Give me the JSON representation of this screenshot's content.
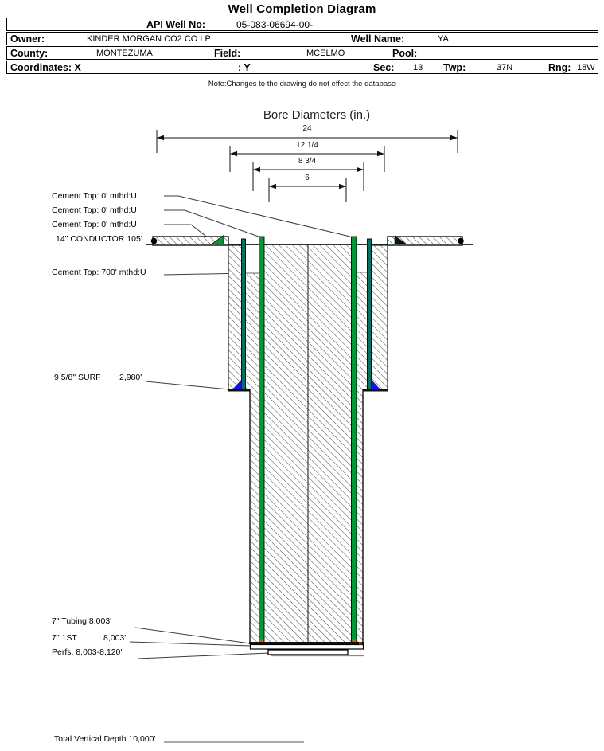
{
  "title": "Well Completion Diagram",
  "header_table": {
    "api_label": "API Well No:",
    "api_value": "05-083-06694-00-",
    "owner_label": "Owner:",
    "owner_value": "KINDER MORGAN CO2 CO LP",
    "well_name_label": "Well Name:",
    "well_name_value": "YA",
    "county_label": "County:",
    "county_value": "MONTEZUMA",
    "field_label": "Field:",
    "field_value": "MCELMO",
    "pool_label": "Pool:",
    "pool_value": "",
    "coordinates_label": "Coordinates: X",
    "coordinates_y_label": "; Y",
    "sec_label": "Sec:",
    "sec_value": "13",
    "twp_label": "Twp:",
    "twp_value": "37N",
    "rng_label": "Rng:",
    "rng_value": "18W"
  },
  "note": "Note:Changes to the drawing do not effect the database",
  "bore_diameters": {
    "title": "Bore Diameters (in.)",
    "dims": [
      {
        "label": "24",
        "value_in": 24
      },
      {
        "label": "12 1/4",
        "value_in": 12.25
      },
      {
        "label": "8 3/4",
        "value_in": 8.75
      },
      {
        "label": "6",
        "value_in": 6
      }
    ]
  },
  "annotations": {
    "cement_top_0": "Cement Top: 0' mthd:U",
    "conductor": "14\" CONDUCTOR  105'",
    "cement_top_700": "Cement Top: 700' mthd:U",
    "surface_casing": "9 5/8\" SURF",
    "surface_casing_depth": "2,980'",
    "tubing": "7\" Tubing 8,003'",
    "first_casing": "7\" 1ST",
    "first_casing_depth": "8,003'",
    "perfs": "Perfs. 8,003-8,120'",
    "tvd": "Total Vertical Depth 10,000'"
  },
  "colors": {
    "casing_green": "#009933",
    "casing_teal": "#0d6e62",
    "shoe_blue": "#1414e6",
    "weld_green": "#009933",
    "weld_black": "#111111",
    "tip_orange": "#cc6600",
    "tip_red": "#cc3300"
  }
}
